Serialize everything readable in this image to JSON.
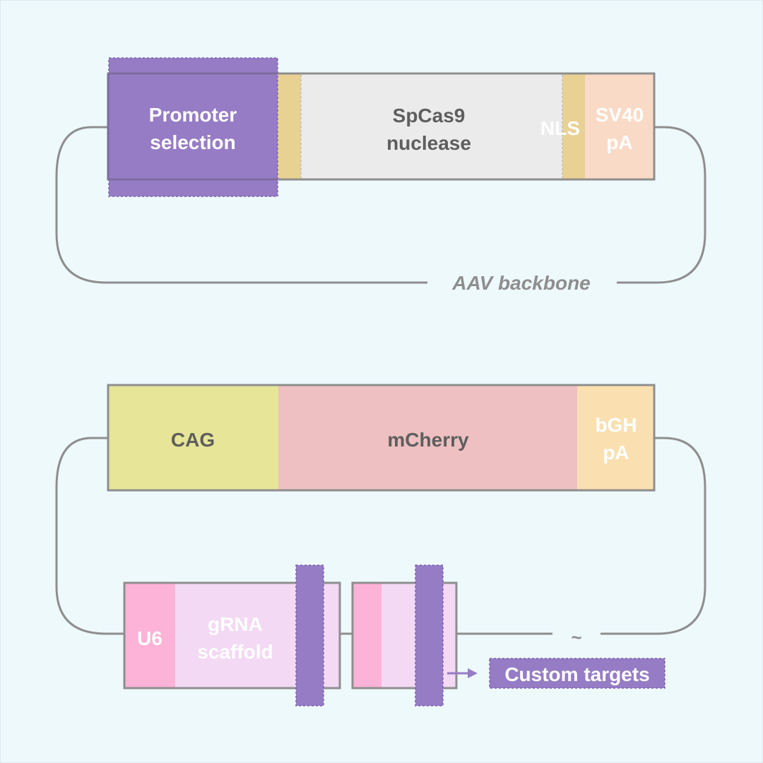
{
  "vector1": {
    "promoter": [
      "Promoter",
      "selection"
    ],
    "cas9": [
      "SpCas9",
      "nuclease"
    ],
    "nls": "NLS",
    "polya": [
      "SV40",
      "pA"
    ],
    "backbone": "AAV backbone"
  },
  "vector2": {
    "promoter": "CAG",
    "reporter": "mCherry",
    "polya": [
      "bGH",
      "pA"
    ],
    "u6": "U6",
    "scaffold": [
      "gRNA",
      "scaffold"
    ],
    "tilde": "~",
    "custom_targets": "Custom targets"
  },
  "colors": {
    "background": "#eef9fc",
    "promoter_purple": "#967cc5",
    "linker_gold": "#e9d194",
    "cas9_grey": "#ebebeb",
    "sv40_peach": "#f9dac6",
    "cag_yellow": "#e6e598",
    "mcherry_pink": "#eec0c1",
    "bgh_peach": "#fae0b1",
    "u6_pink": "#fdb2d8",
    "scaffold_lilac": "#f3d9f3",
    "outline_grey": "#8e8e8e"
  }
}
